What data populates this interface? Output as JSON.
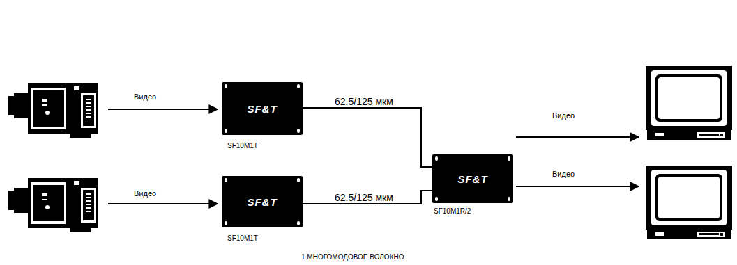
{
  "diagram": {
    "caption": "1 МНОГОМОДОВОЕ ВОЛОКНО",
    "nodes": [
      {
        "text": [
          "SF&T",
          "SF10M1T"
        ]
      },
      {
        "text": [
          "SF&T",
          "SF10M1T"
        ]
      },
      {
        "text": [
          "SF&T",
          "SF10M1R/2"
        ]
      }
    ],
    "edges": [
      {
        "from": 0,
        "to": 2,
        "arrow": "none",
        "label": "62.5/125 мкм"
      },
      {
        "from": 1,
        "to": 2,
        "arrow": "none",
        "label": "62.5/125 мкм"
      }
    ],
    "labels": [
      "Видео",
      "Видео",
      "Видео",
      "Видео"
    ]
  }
}
